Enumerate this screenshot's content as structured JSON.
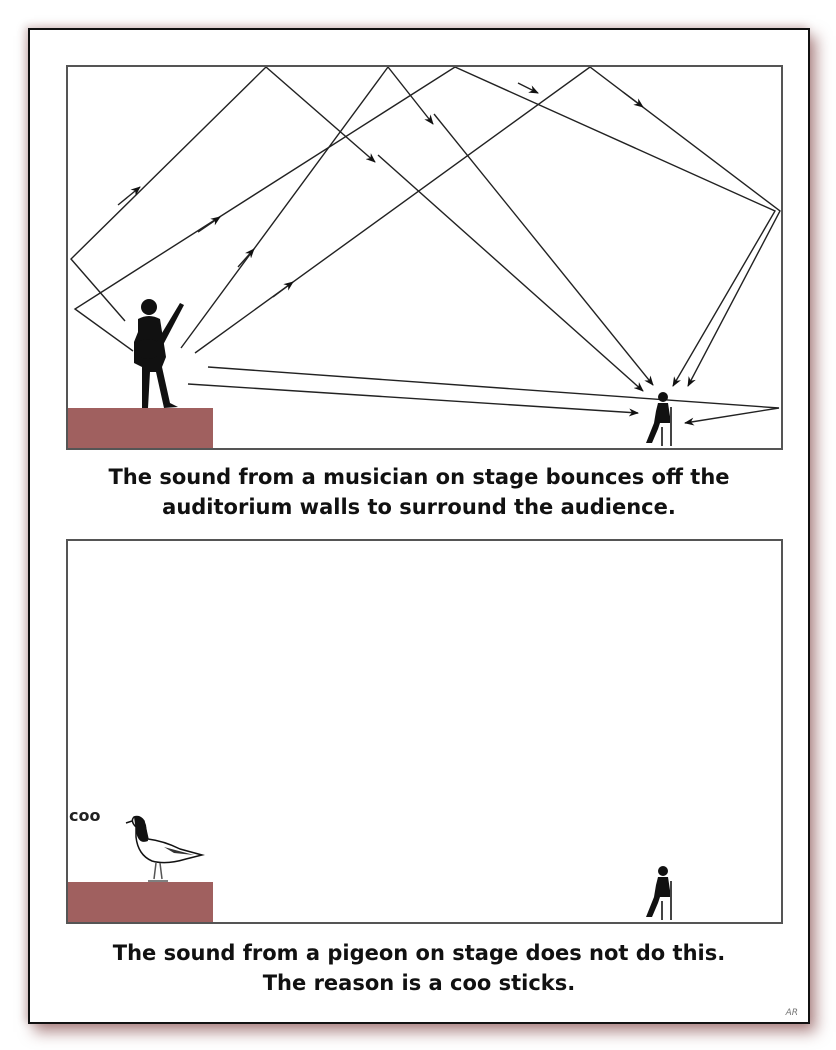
{
  "panel1": {
    "caption_line1": "The sound from a musician on stage bounces off the",
    "caption_line2": "auditorium walls to surround the audience."
  },
  "panel2": {
    "sound_label": "coo",
    "caption_line1": "The sound from a pigeon on stage does not do this.",
    "caption_line2": "The reason is a coo sticks."
  },
  "signature": "AR",
  "colors": {
    "stage": "#a0605f",
    "shadow": "#7a3a3a",
    "ink": "#111111"
  }
}
